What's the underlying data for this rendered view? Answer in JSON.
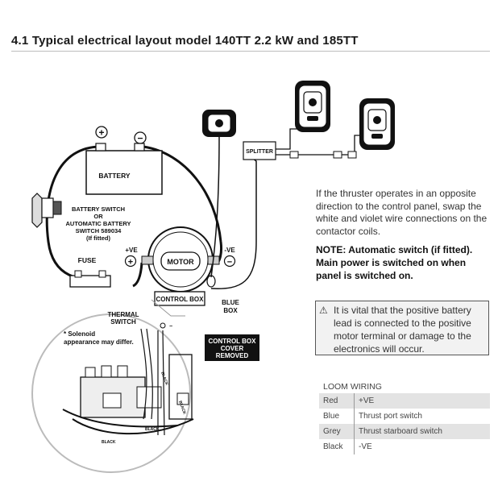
{
  "section_title": "4.1 Typical electrical layout model 140TT 2.2 kW and 185TT",
  "diagram": {
    "battery": "BATTERY",
    "plus": "+",
    "minus": "−",
    "battery_switch_1": "BATTERY SWITCH",
    "battery_switch_2": "OR",
    "battery_switch_3": "AUTOMATIC BATTERY",
    "battery_switch_4": "SWITCH 589034",
    "battery_switch_5": "(If fitted)",
    "fuse": "FUSE",
    "plus_ve": "+VE",
    "minus_ve": "-VE",
    "motor": "MOTOR",
    "control_box": "CONTROL BOX",
    "blue_box_1": "BLUE",
    "blue_box_2": "BOX",
    "splitter": "SPLITTER",
    "thermal_switch_1": "THERMAL",
    "thermal_switch_2": "SWITCH",
    "solenoid_note_1": "* Solenoid",
    "solenoid_note_2": "appearance may differ.",
    "cover_removed_1": "CONTROL BOX",
    "cover_removed_2": "COVER",
    "cover_removed_3": "REMOVED",
    "wire_black_1": "BLACK",
    "wire_black_2": "BLACK",
    "wire_black_3": "BLACK",
    "wire_black_4": "BLACK"
  },
  "instructions": {
    "paragraph": "If the thruster operates in an opposite direction to the control panel, swap the white and violet wire connections on the contactor coils.",
    "note": "NOTE: Automatic switch (if fitted). Main power is switched on when panel is switched on."
  },
  "warning": {
    "icon": "warning-triangle-icon",
    "glyph": "⚠",
    "text": "It is vital that the positive battery lead is connected to the positive motor terminal or damage to the electronics will occur."
  },
  "loom_wiring": {
    "title": "LOOM WIRING",
    "rows": [
      {
        "color": "Red",
        "function": "+VE"
      },
      {
        "color": "Blue",
        "function": "Thrust port switch"
      },
      {
        "color": "Grey",
        "function": "Thrust starboard switch"
      },
      {
        "color": "Black",
        "function": "-VE"
      }
    ]
  }
}
